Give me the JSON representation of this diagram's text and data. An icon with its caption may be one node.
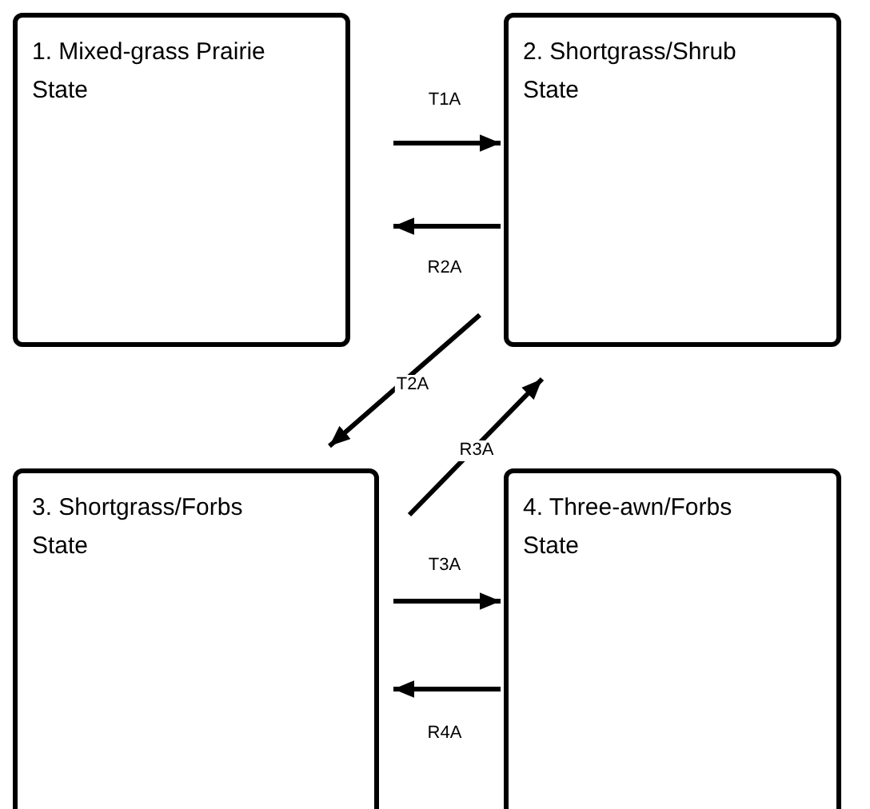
{
  "diagram": {
    "nodes": [
      {
        "text": [
          "1. Mixed-grass Prairie State"
        ]
      },
      {
        "text": [
          "2. Shortgrass/Shrub State"
        ]
      },
      {
        "text": [
          "3. Shortgrass/Forbs State"
        ]
      },
      {
        "text": [
          "4. Three-awn/Forbs State"
        ]
      }
    ],
    "edges": [
      {
        "from": 0,
        "to": 1,
        "arrow": "to",
        "label": "T1A"
      },
      {
        "from": 1,
        "to": 0,
        "arrow": "to",
        "label": "R2A"
      },
      {
        "from": 1,
        "to": 2,
        "arrow": "to",
        "label": "T2A"
      },
      {
        "from": 2,
        "to": 1,
        "arrow": "to",
        "label": "R3A"
      },
      {
        "from": 2,
        "to": 3,
        "arrow": "to",
        "label": "T3A"
      },
      {
        "from": 3,
        "to": 2,
        "arrow": "to",
        "label": "R4A"
      }
    ]
  }
}
